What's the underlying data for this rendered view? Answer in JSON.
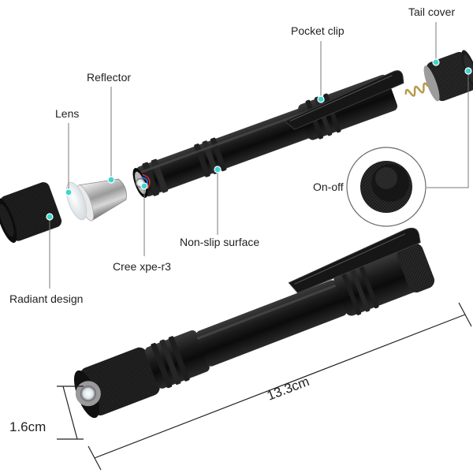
{
  "labels": {
    "tail_cover": "Tail cover",
    "pocket_clip": "Pocket clip",
    "reflector": "Reflector",
    "lens": "Lens",
    "on_off": "On-off",
    "non_slip_surface": "Non-slip surface",
    "cree": "Cree xpe-r3",
    "radiant_design": "Radiant design"
  },
  "dimensions": {
    "diameter": "1.6cm",
    "length": "13.3cm"
  },
  "colors": {
    "callout_dot": "#3dd6cf",
    "leader_line": "#7a7a7a",
    "body_black": "#141414"
  }
}
